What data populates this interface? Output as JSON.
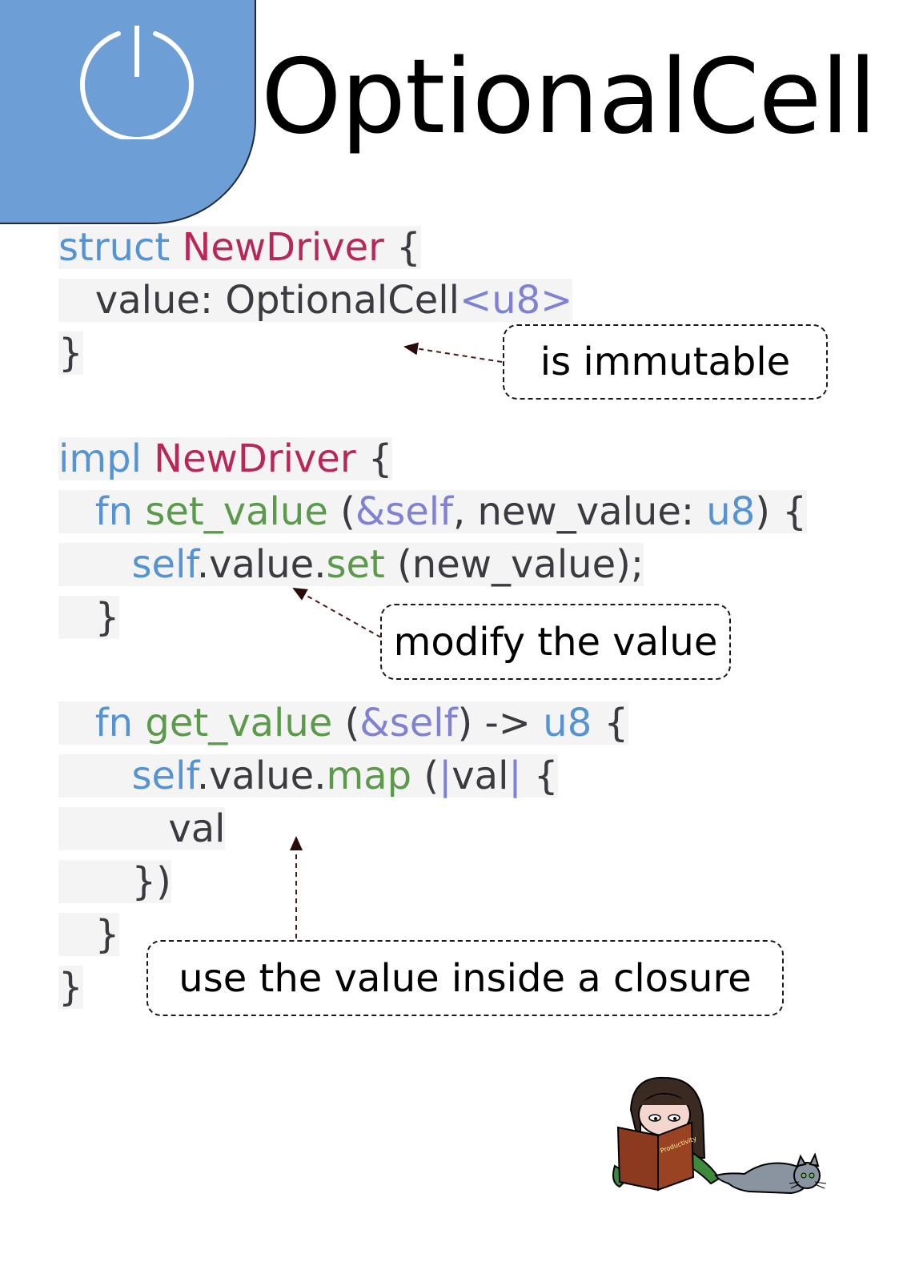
{
  "title": "OptionalCell",
  "header": {
    "icon": "power-icon",
    "color": "#6d9fd6"
  },
  "colors": {
    "keyword": "#5693d2",
    "type": "#b72857",
    "function": "#5a9a4a",
    "symbol": "#7f82d2",
    "text": "#3a3a40"
  },
  "code": {
    "l1": {
      "kw": "struct",
      "ty": "NewDriver",
      "rest": " {"
    },
    "l2": {
      "pre": "value: OptionalCell",
      "sym": "<u8>"
    },
    "l3": {
      "text": "}"
    },
    "l4": {
      "kw": "impl",
      "ty": "NewDriver",
      "rest": " {"
    },
    "l5": {
      "kw": "fn",
      "fn": "set_value",
      "p1": " (",
      "sym": "&self",
      "p2": ", new_value: ",
      "kw2": "u8",
      "p3": ") {"
    },
    "l6": {
      "kw": "self",
      "p1": ".value.",
      "fn": "set",
      "p2": " (new_value);"
    },
    "l7": {
      "text": "}"
    },
    "l8": {
      "kw": "fn",
      "fn": "get_value",
      "p1": " (",
      "sym": "&self",
      "p2": ") -> ",
      "kw2": "u8",
      "p3": " {"
    },
    "l9": {
      "kw": "self",
      "p1": ".value.",
      "fn": "map",
      "p2": " (",
      "sym1": "|",
      "p3": "val",
      "sym2": "|",
      "p4": " {"
    },
    "l10": {
      "text": "val"
    },
    "l11": {
      "text": "})"
    },
    "l12": {
      "text": "}"
    },
    "l13": {
      "text": "}"
    }
  },
  "callouts": {
    "immutable": "is immutable",
    "modify": "modify the value",
    "closure": "use the value inside a closure"
  },
  "mascot": {
    "book_text": "Productivity",
    "icon": "reading-girl-with-cat-icon"
  }
}
